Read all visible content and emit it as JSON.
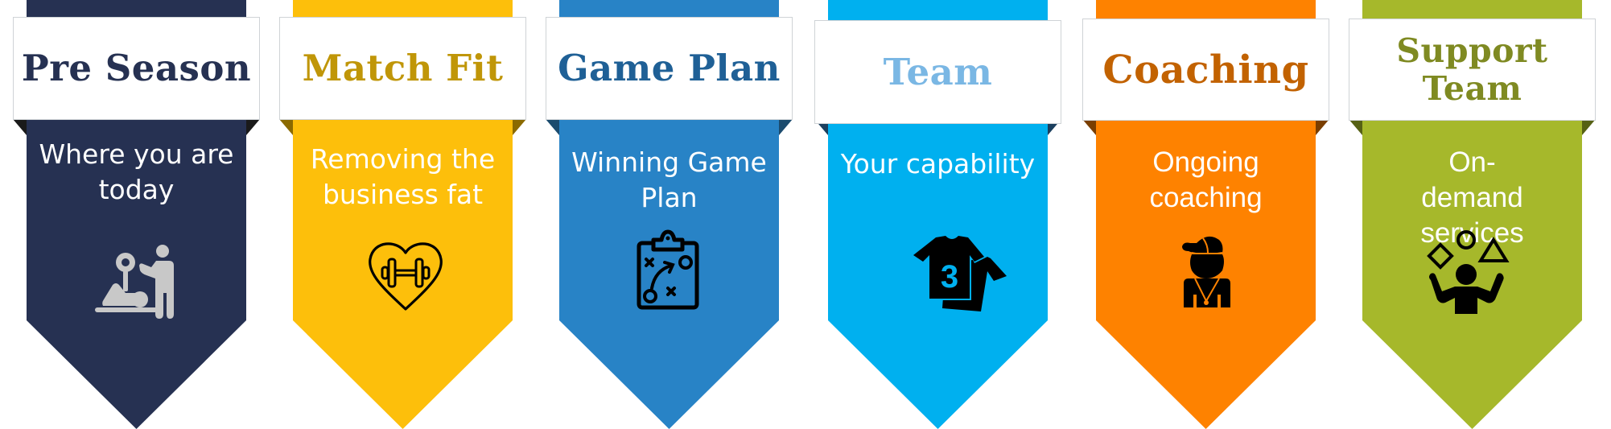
{
  "banners": [
    {
      "title": "Pre Season",
      "subtitle": "Where you are today",
      "icon": "bench-press-trainer-icon",
      "color": "#263152",
      "fold_color": "#1a1a1a",
      "title_color": "#263152",
      "icon_color": "#c8c8c8"
    },
    {
      "title": "Match Fit",
      "subtitle": "Removing the business fat",
      "icon": "heart-dumbbell-icon",
      "color": "#fdbf0b",
      "fold_color": "#8b6a00",
      "title_color": "#c09608",
      "icon_color": "#000000"
    },
    {
      "title": "Game Plan",
      "subtitle": "Winning Game Plan",
      "icon": "clipboard-strategy-icon",
      "color": "#2883c6",
      "fold_color": "#1b4b6e",
      "title_color": "#1f6096",
      "icon_color": "#000000"
    },
    {
      "title": "Team",
      "subtitle": "Your capability",
      "icon": "team-jerseys-icon",
      "jersey_number": "3",
      "color": "#00b0ef",
      "fold_color": "#1b3f5e",
      "title_color": "#7ab7e4",
      "icon_color": "#000000"
    },
    {
      "title": "Coaching",
      "subtitle": "Ongoing coaching",
      "icon": "coach-whistle-icon",
      "color": "#fe8200",
      "fold_color": "#7a3e00",
      "title_color": "#c26200",
      "icon_color": "#000000"
    },
    {
      "title": "Support Team",
      "subtitle": "On-demand services",
      "icon": "juggler-shapes-icon",
      "color": "#a6b82b",
      "fold_color": "#566114",
      "title_color": "#7f8a22",
      "icon_color": "#000000"
    }
  ]
}
